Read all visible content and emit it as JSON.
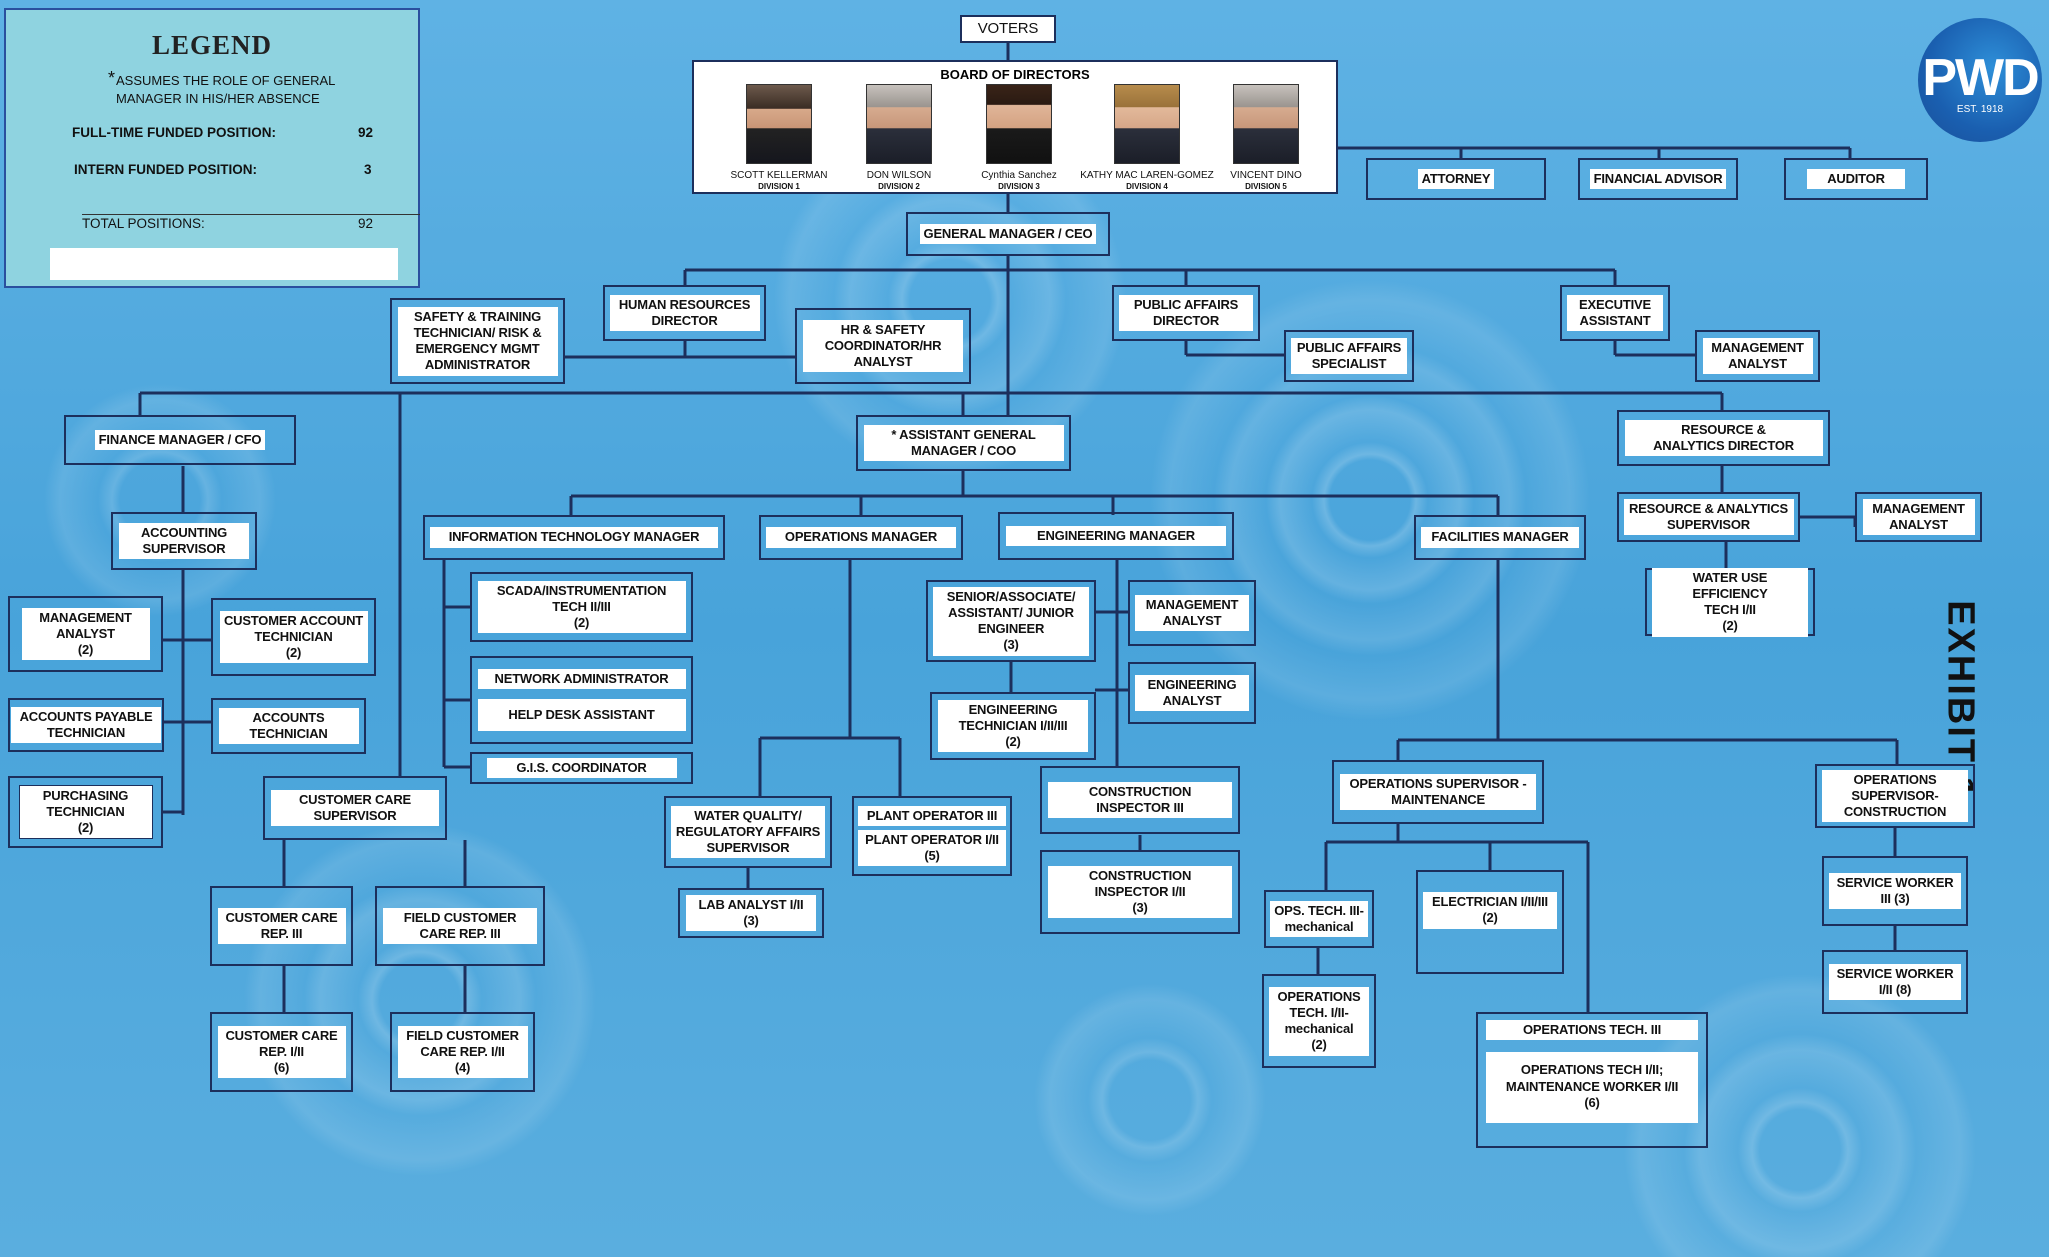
{
  "legend": {
    "title": "LEGEND",
    "asterisk": "*",
    "note": "ASSUMES THE ROLE OF GENERAL\nMANAGER IN HIS/HER ABSENCE",
    "full_time_label": "FULL-TIME FUNDED POSITION:",
    "full_time_value": "92",
    "intern_label": "INTERN FUNDED POSITION:",
    "intern_value": "3",
    "total_label": "TOTAL POSITIONS:",
    "total_value": "92"
  },
  "logo": {
    "text": "PWD",
    "est": "EST. 1918"
  },
  "exhibit": "EXHIBIT 1",
  "board": {
    "title": "BOARD OF DIRECTORS",
    "members": [
      {
        "name": "SCOTT KELLERMAN",
        "division": "DIVISION 1"
      },
      {
        "name": "DON WILSON",
        "division": "DIVISION 2"
      },
      {
        "name": "Cynthia Sanchez",
        "division": "DIVISION 3"
      },
      {
        "name": "KATHY MAC LAREN-GOMEZ",
        "division": "DIVISION 4"
      },
      {
        "name": "VINCENT DINO",
        "division": "DIVISION 5"
      }
    ]
  },
  "nodes": {
    "voters": "VOTERS",
    "attorney": "ATTORNEY",
    "financial_advisor": "FINANCIAL ADVISOR",
    "auditor": "AUDITOR",
    "gm": "GENERAL MANAGER / CEO",
    "safety": "SAFETY & TRAINING\nTECHNICIAN/ RISK &\nEMERGENCY MGMT\nADMINISTRATOR",
    "hr_director": "HUMAN RESOURCES\nDIRECTOR",
    "hr_safety": "HR & SAFETY\nCOORDINATOR/HR\nANALYST",
    "pa_director": "PUBLIC AFFAIRS\nDIRECTOR",
    "pa_specialist": "PUBLIC AFFAIRS\nSPECIALIST",
    "exec_assistant": "EXECUTIVE\nASSISTANT",
    "exec_mgmt_analyst": "MANAGEMENT\nANALYST",
    "finance": "FINANCE MANAGER / CFO",
    "agm": "*  ASSISTANT GENERAL\nMANAGER / COO",
    "ra_director": "RESOURCE &\nANALYTICS DIRECTOR",
    "ra_supervisor": "RESOURCE & ANALYTICS\nSUPERVISOR",
    "ra_mgmt_analyst": "MANAGEMENT\nANALYST",
    "water_use": "WATER USE EFFICIENCY\nTECH I/II\n(2)",
    "acct_supervisor": "ACCOUNTING\nSUPERVISOR",
    "fin_mgmt_analyst": "MANAGEMENT\nANALYST\n(2)",
    "cust_acct_tech": "CUSTOMER ACCOUNT\nTECHNICIAN\n(2)",
    "ap_tech": "ACCOUNTS PAYABLE\nTECHNICIAN",
    "acct_tech": "ACCOUNTS\nTECHNICIAN",
    "purchasing": "PURCHASING\nTECHNICIAN\n(2)",
    "cc_supervisor": "CUSTOMER CARE\nSUPERVISOR",
    "ccr3": "CUSTOMER CARE\nREP. III",
    "fcr3": "FIELD CUSTOMER\nCARE REP. III",
    "ccr12": "CUSTOMER CARE\nREP. I/II\n(6)",
    "fcr12": "FIELD CUSTOMER\nCARE REP. I/II\n(4)",
    "it_manager": "INFORMATION TECHNOLOGY MANAGER",
    "scada": "SCADA/INSTRUMENTATION\nTECH II/III\n(2)",
    "network_admin": "NETWORK ADMINISTRATOR",
    "help_desk": "HELP DESK ASSISTANT",
    "gis": "G.I.S. COORDINATOR",
    "ops_manager": "OPERATIONS MANAGER",
    "wq_supervisor": "WATER QUALITY/\nREGULATORY AFFAIRS\nSUPERVISOR",
    "lab_analyst": "LAB ANALYST I/II\n(3)",
    "plant_op3": "PLANT OPERATOR III",
    "plant_op12": "PLANT OPERATOR I/II\n(5)",
    "eng_manager": "ENGINEERING MANAGER",
    "senior_eng": "SENIOR/ASSOCIATE/\nASSISTANT/ JUNIOR\nENGINEER\n(3)",
    "eng_tech": "ENGINEERING\nTECHNICIAN I/II/III\n(2)",
    "eng_mgmt_analyst": "MANAGEMENT\nANALYST",
    "eng_analyst": "ENGINEERING\nANALYST",
    "const_insp3": "CONSTRUCTION\nINSPECTOR III",
    "const_insp12": "CONSTRUCTION\nINSPECTOR I/II\n(3)",
    "fac_manager": "FACILITIES MANAGER",
    "ops_sup_maint": "OPERATIONS SUPERVISOR -\nMAINTENANCE",
    "ops_sup_const": "OPERATIONS\nSUPERVISOR-\nCONSTRUCTION",
    "ops_tech3_mech": "OPS. TECH. III-\nmechanical",
    "ops_tech12_mech": "OPERATIONS\nTECH. I/II-\nmechanical\n(2)",
    "electrician": "ELECTRICIAN I/II/III\n(2)",
    "ops_tech3": "OPERATIONS TECH. III",
    "ops_tech12": "OPERATIONS TECH I/II;\nMAINTENANCE WORKER I/II\n(6)",
    "svc_worker3": "SERVICE WORKER\nIII  (3)",
    "svc_worker12": "SERVICE WORKER\nI/II  (8)"
  }
}
